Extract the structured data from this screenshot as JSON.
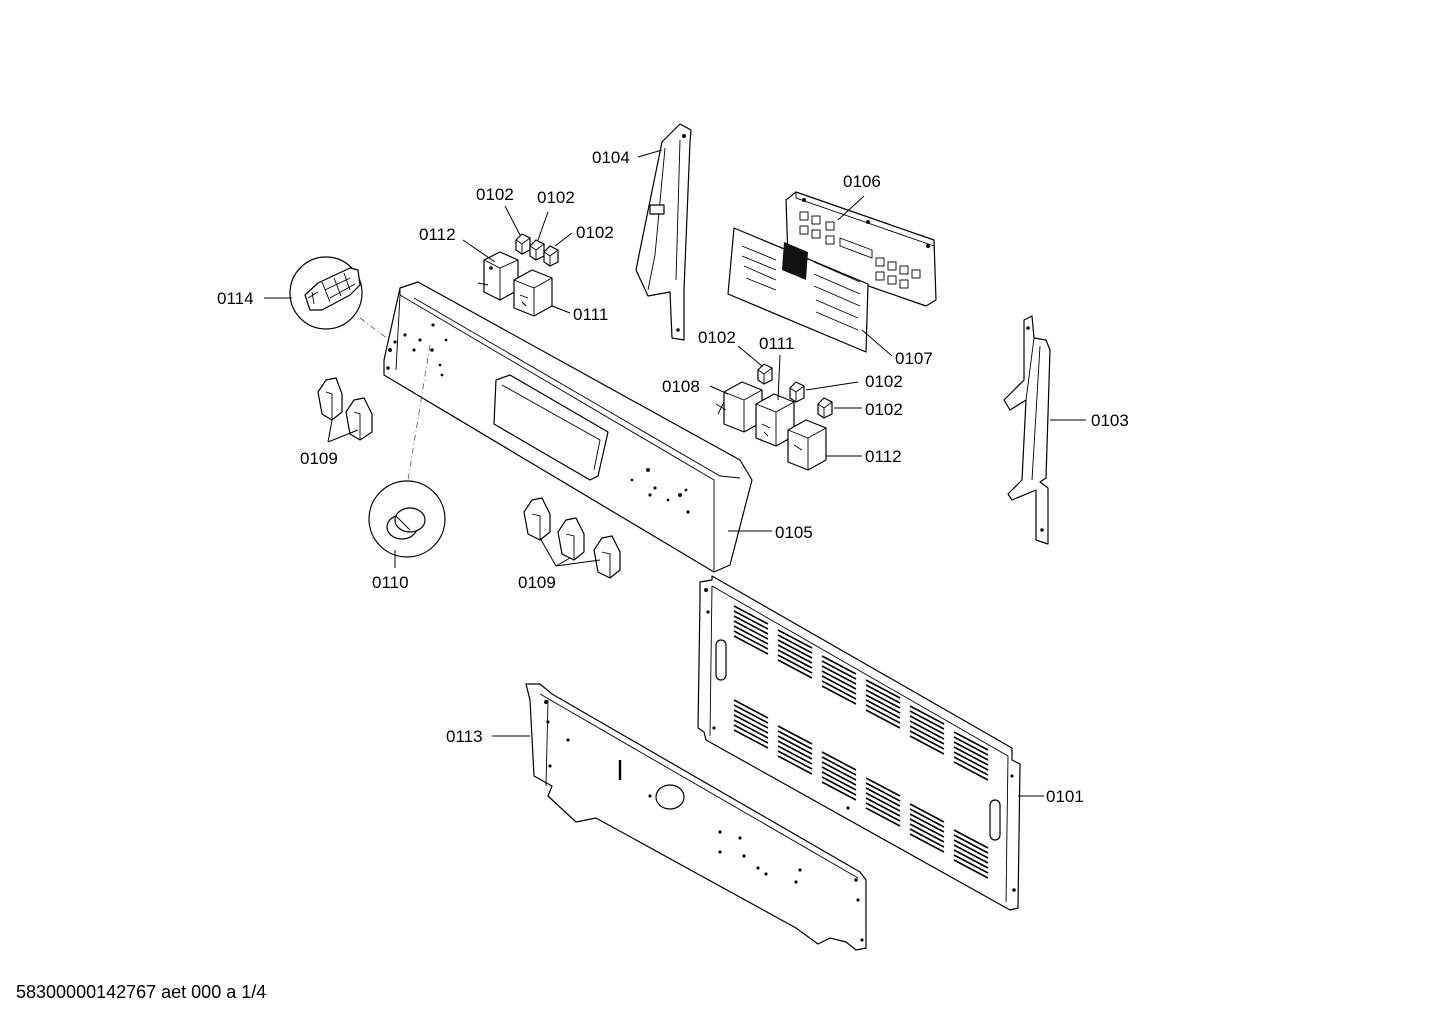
{
  "labels": {
    "0101": "0101",
    "0102": "0102",
    "0103": "0103",
    "0104": "0104",
    "0105": "0105",
    "0106": "0106",
    "0107": "0107",
    "0108": "0108",
    "0109": "0109",
    "0110": "0110",
    "0111": "0111",
    "0112": "0112",
    "0113": "0113",
    "0114": "0114"
  },
  "footer": "58300000142767 aet 000 a 1/4"
}
